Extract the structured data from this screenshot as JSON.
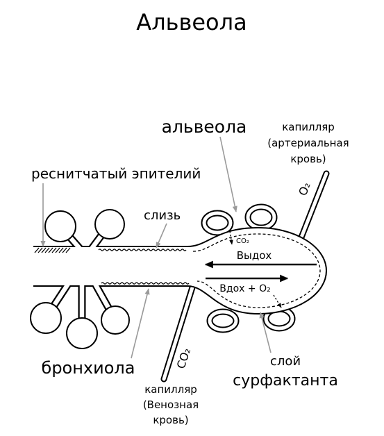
{
  "title": "Альвеола",
  "labels": {
    "alveolus": "альвеола",
    "arterial_capillary": [
      "капилляр",
      "(артериальная",
      "кровь)"
    ],
    "ciliated_epithelium": "реснитчатый эпителий",
    "mucus": "слизь",
    "co2_small": "CO₂",
    "exhale": "Выдох",
    "inhale": "Вдох + O₂",
    "o2_capillary": "O₂",
    "co2_capillary": "CO₂",
    "bronchiole": "бронхиола",
    "surfactant": [
      "слой",
      "сурфактанта"
    ],
    "venous_capillary": [
      "капилляр",
      "(Венозная",
      "кровь)"
    ]
  },
  "colors": {
    "line": "#000000",
    "pointer": "#9a9a9a",
    "background": "#ffffff"
  }
}
